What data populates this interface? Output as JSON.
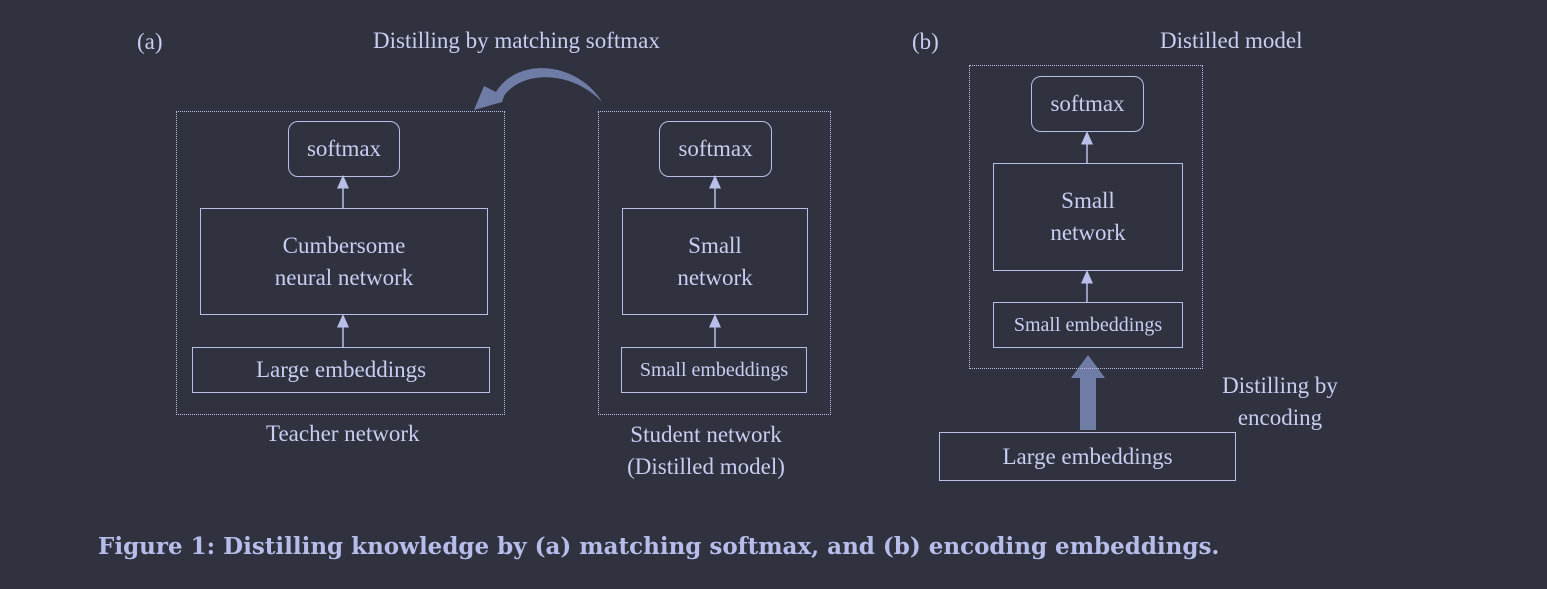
{
  "panel_a": {
    "label": "(a)",
    "arrow_label": "Distilling by matching softmax",
    "teacher": {
      "softmax": "softmax",
      "network_line1": "Cumbersome",
      "network_line2": "neural network",
      "embeddings": "Large embeddings",
      "caption": "Teacher network"
    },
    "student": {
      "softmax": "softmax",
      "network_line1": "Small",
      "network_line2": "network",
      "embeddings": "Small embeddings",
      "caption_line1": "Student network",
      "caption_line2": "(Distilled model)"
    }
  },
  "panel_b": {
    "label": "(b)",
    "title": "Distilled model",
    "softmax": "softmax",
    "network_line1": "Small",
    "network_line2": "network",
    "embeddings": "Small embeddings",
    "arrow_label_line1": "Distilling by",
    "arrow_label_line2": "encoding",
    "large_embeddings": "Large embeddings"
  },
  "caption": "Figure 1: Distilling knowledge by (a) matching softmax, and (b) encoding embeddings.",
  "colors": {
    "background": "#30333f",
    "line": "#b9bfe9",
    "text": "#c8cdf2",
    "arrow_fill": "#6f7ca6"
  }
}
